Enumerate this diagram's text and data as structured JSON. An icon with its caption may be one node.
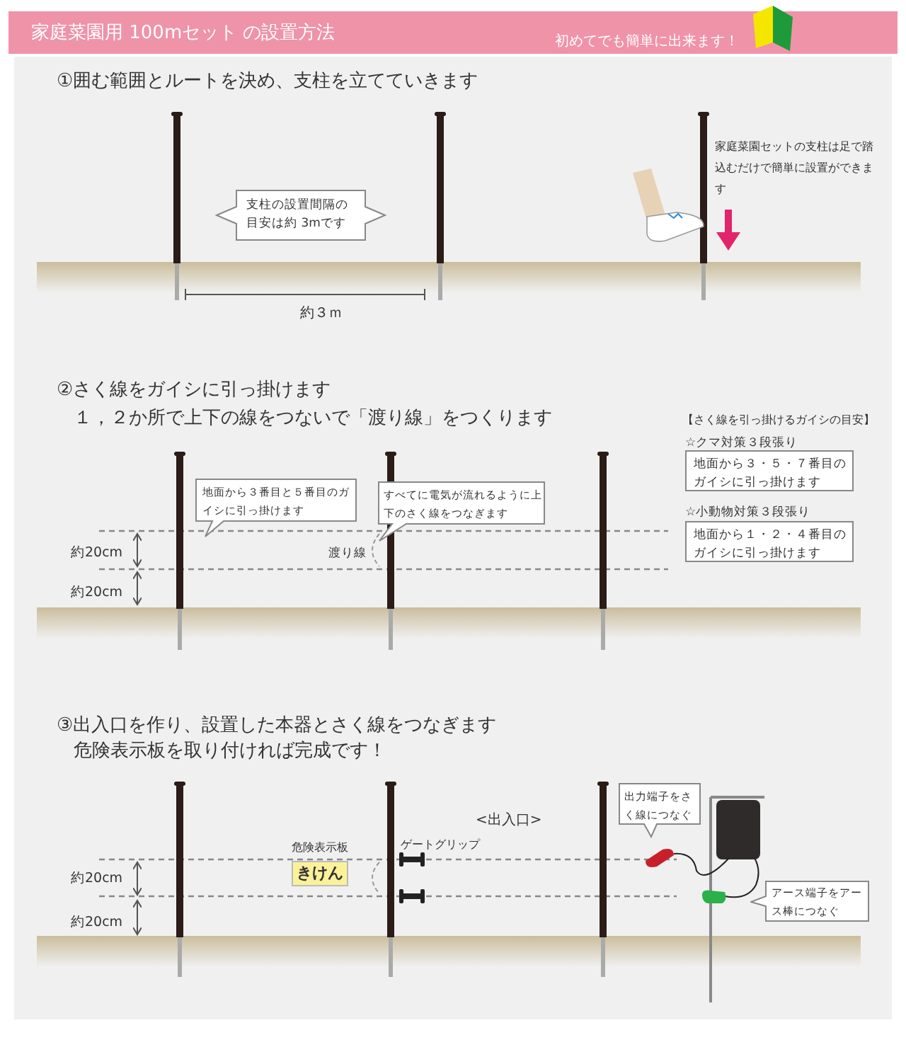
{
  "diagram": {
    "title": "家庭菜園用 100mセット の設置方法",
    "nodes": [
      {
        "text": [
          "支柱の設置間隔の目安は約 3mです"
        ]
      },
      {
        "text": [
          "地面から３番目と５番目のガイシに引っ掛けます"
        ]
      },
      {
        "text": [
          "すべてに電気が流れるように上下のさく線をつなぎます"
        ]
      },
      {
        "text": [
          "地面から３・５・７番目のガイシに引っ掛けます"
        ],
        "beside": [
          "☆クマ対策３段張り"
        ]
      },
      {
        "text": [
          "地面から１・２・４番目のガイシに引っ掛けます"
        ],
        "beside": [
          "☆小動物対策３段張り"
        ]
      },
      {
        "text": [
          "きけん"
        ],
        "beside": [
          "危険表示板"
        ]
      },
      {
        "text": [
          "出力端子をさく線につなぐ"
        ]
      },
      {
        "text": [
          "アース端子をアース棒につなぐ"
        ]
      }
    ],
    "labels": [
      "初めてでも簡単に出来ます！",
      "①囲む範囲とルートを決め、支柱を立てていきます",
      "家庭菜園セットの支柱は足で踏込むだけで簡単に設置ができます",
      "約３ｍ",
      "②さく線をガイシに引っ掛けます",
      "１，２か所で上下の線をつないで「渡り線」をつくります",
      "【さく線を引っ掛けるガイシの目安】",
      "約20cm",
      "渡り線",
      "約20cm",
      "③出入口を作り、設置した本器とさく線をつなぎます",
      "危険表示板を取り付ければ完成です！",
      "<出入口>",
      "ゲートグリップ",
      "約20cm",
      "約20cm"
    ]
  }
}
